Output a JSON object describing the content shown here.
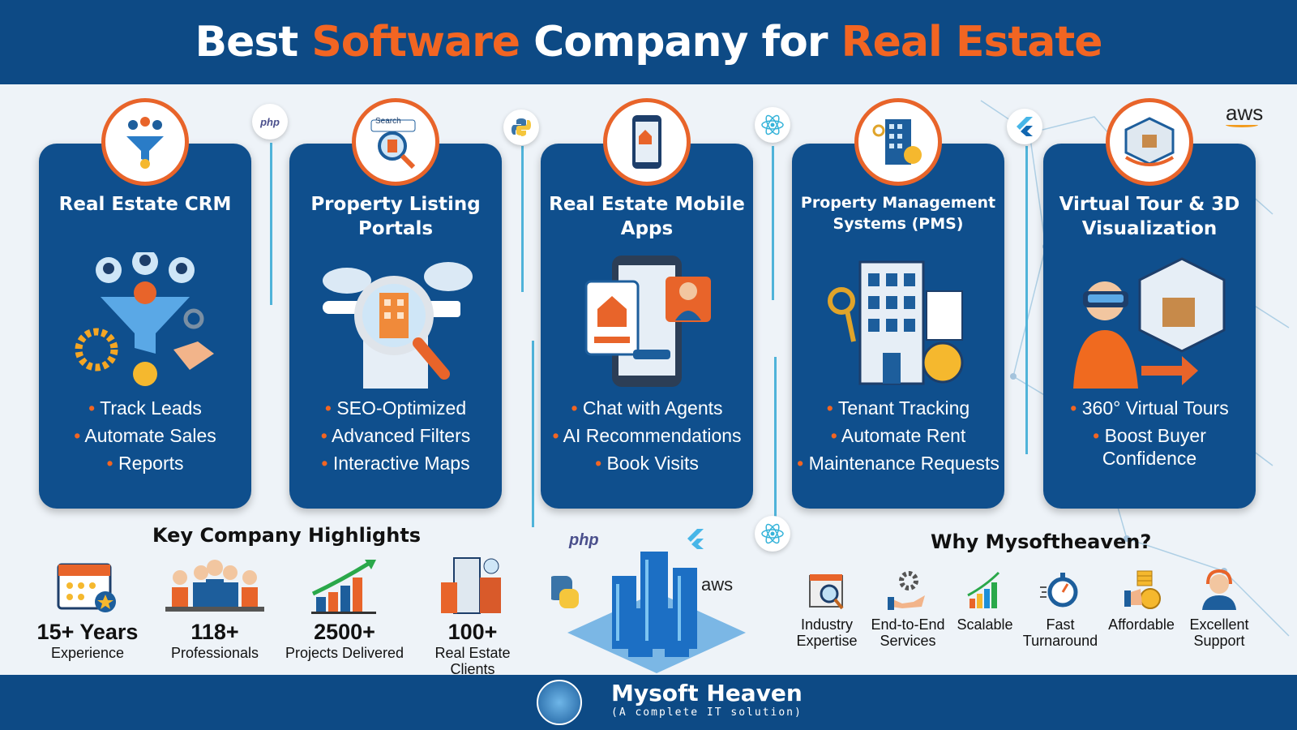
{
  "header": {
    "title_1": "Best ",
    "title_2": "Software",
    "title_3": " Company for ",
    "title_4": "Real Estate"
  },
  "colors": {
    "brand_blue": "#0d4a85",
    "accent_orange": "#f26522",
    "card_blue": "#0f4f8d"
  },
  "services": [
    {
      "title": "Real Estate CRM",
      "icon": "funnel-users-icon",
      "bullets": [
        "Track Leads",
        "Automate Sales",
        "Reports"
      ]
    },
    {
      "title": "Property Listing Portals",
      "icon": "search-building-icon",
      "search_label": "Search",
      "bullets": [
        "SEO-Optimized",
        "Advanced Filters",
        "Interactive Maps"
      ]
    },
    {
      "title": "Real Estate Mobile Apps",
      "icon": "mobile-app-icon",
      "bullets": [
        "Chat with Agents",
        "AI Recommendations",
        "Book Visits"
      ]
    },
    {
      "title": "Property Management Systems (PMS)",
      "icon": "building-keys-icon",
      "bullets": [
        "Tenant Tracking",
        "Automate Rent",
        "Maintenance Requests"
      ]
    },
    {
      "title": "Virtual Tour & 3D Visualization",
      "icon": "vr-headset-icon",
      "bullets": [
        "360° Virtual Tours",
        "Boost Buyer Confidence"
      ]
    }
  ],
  "tech": [
    "php",
    "python",
    "react",
    "flutter",
    "aws"
  ],
  "highlights": {
    "title": "Key Company Highlights",
    "items": [
      {
        "value": "15+ Years",
        "label": "Experience",
        "icon": "calendar-star-icon"
      },
      {
        "value": "118+",
        "label": "Professionals",
        "icon": "team-icon"
      },
      {
        "value": "2500+",
        "label": "Projects Delivered",
        "icon": "growth-chart-icon"
      },
      {
        "value": "100+",
        "label": "Real Estate Clients",
        "icon": "buildings-icon"
      }
    ]
  },
  "why": {
    "title": "Why Mysoftheaven?",
    "items": [
      {
        "label": "Industry Expertise",
        "icon": "magnifier-document-icon"
      },
      {
        "label": "End-to-End Services",
        "icon": "gear-hand-icon"
      },
      {
        "label": "Scalable",
        "icon": "bar-chart-icon"
      },
      {
        "label": "Fast Turnaround",
        "icon": "stopwatch-icon"
      },
      {
        "label": "Affordable",
        "icon": "coins-icon"
      },
      {
        "label": "Excellent Support",
        "icon": "headset-agent-icon"
      }
    ]
  },
  "footer": {
    "brand": "Mysoft Heaven",
    "tagline": "(A complete IT solution)"
  }
}
